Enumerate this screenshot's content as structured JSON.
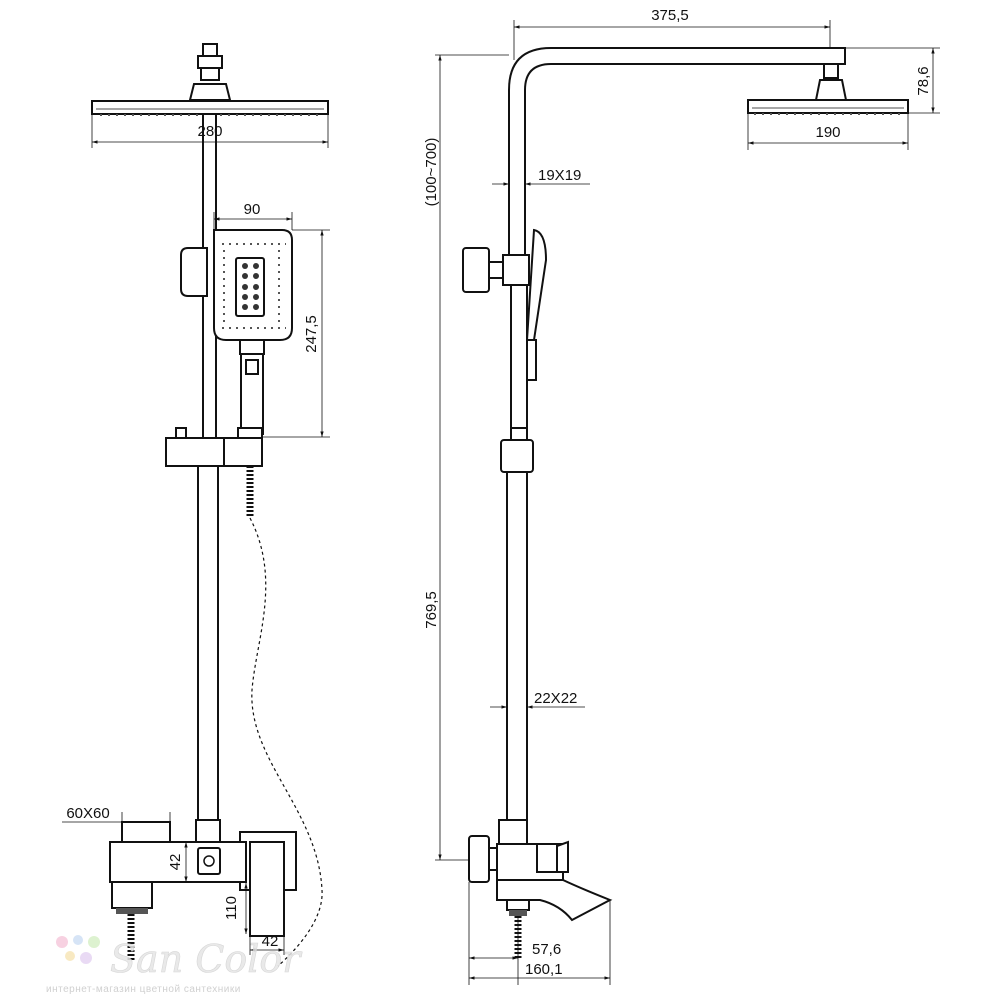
{
  "front_view": {
    "rain_head_width": "280",
    "hand_shower_width": "90",
    "hand_shower_length": "247,5",
    "mixer_body": "60X60",
    "mixer_depth": "42",
    "spout_height": "110",
    "lever_depth": "42"
  },
  "side_view": {
    "arm_reach": "375,5",
    "head_height": "78,6",
    "head_diameter": "190",
    "adjust_range": "(100~700)",
    "upper_tube": "19X19",
    "lower_tube": "22X22",
    "total_height": "769,5",
    "inlet_offset": "57,6",
    "spout_projection": "160,1"
  },
  "watermark": {
    "brand": "San Color",
    "tagline": "интернет-магазин цветной сантехники",
    "dot_colors": [
      "#f6c9dc",
      "#cfe0f5",
      "#d8f0c8",
      "#f7e6b8",
      "#e6d4f3"
    ]
  }
}
